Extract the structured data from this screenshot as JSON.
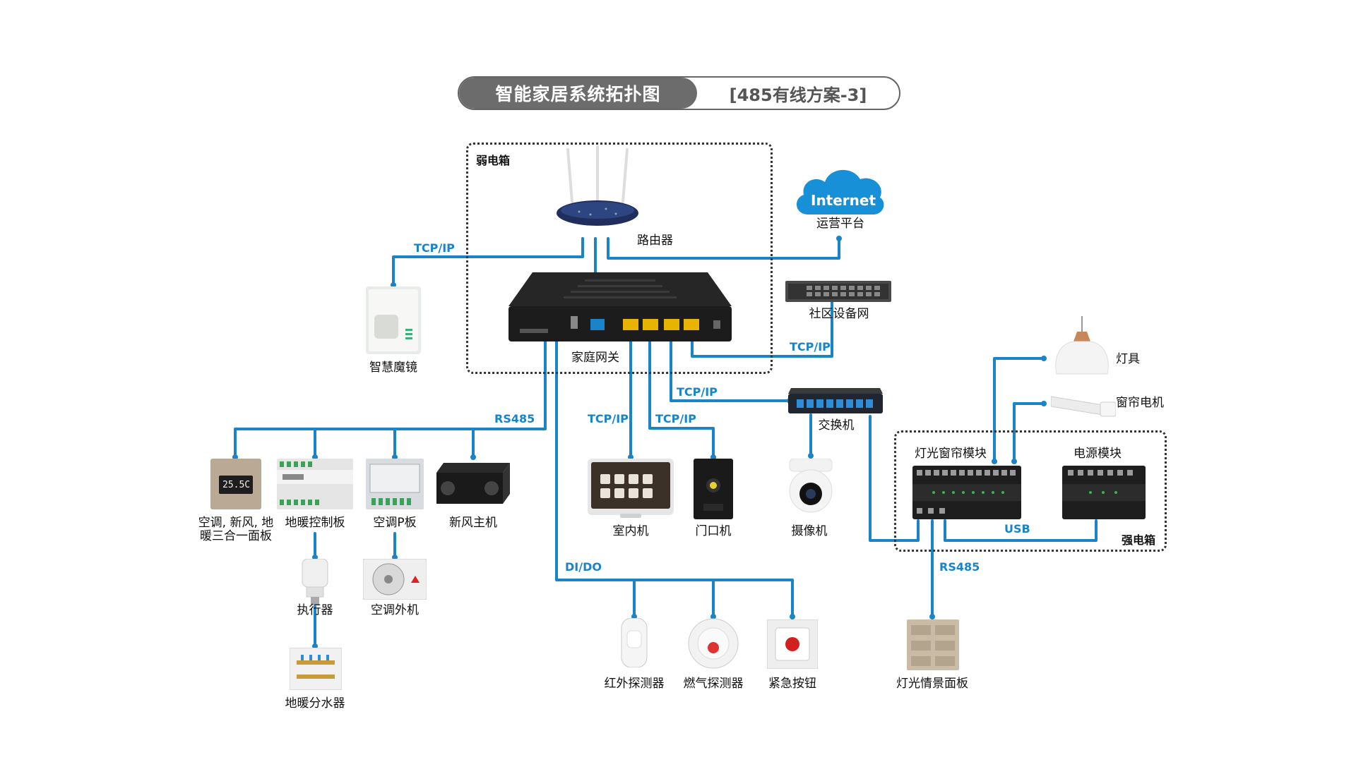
{
  "title": {
    "main": "智能家居系统拓扑图",
    "sub": "[485有线方案-3]"
  },
  "boxes": {
    "weak": "弱电箱",
    "strong": "强电箱"
  },
  "internet": {
    "cloud_text": "Internet",
    "label": "运营平台"
  },
  "devices": {
    "router": "路由器",
    "gateway": "家庭网关",
    "community": "社区设备网",
    "mirror": "智慧魔镜",
    "switch": "交换机",
    "camera": "摄像机",
    "indoor": "室内机",
    "door": "门口机",
    "panel3in1": "空调, 新风, 地\n暖三合一面板",
    "floorboard": "地暖控制板",
    "acpboard": "空调P板",
    "freshair": "新风主机",
    "actuator": "执行器",
    "acout": "空调外机",
    "manifold": "地暖分水器",
    "ir": "红外探测器",
    "gas": "燃气探测器",
    "sos": "紧急按钮",
    "lamp": "灯具",
    "curtain": "窗帘电机",
    "lightmod": "灯光窗帘模块",
    "powermod": "电源模块",
    "scenepanel": "灯光情景面板",
    "ac_temp": "25.5C"
  },
  "links": {
    "tcpip1": "TCP/IP",
    "tcpip2": "TCP/IP",
    "tcpip3": "TCP/IP",
    "tcpip4": "TCP/IP",
    "tcpip5": "TCP/IP",
    "rs485_1": "RS485",
    "rs485_2": "RS485",
    "didi": "DI/DO",
    "usb": "USB"
  },
  "colors": {
    "line": "#1a84c9",
    "title_bg": "#6c6c6c"
  }
}
